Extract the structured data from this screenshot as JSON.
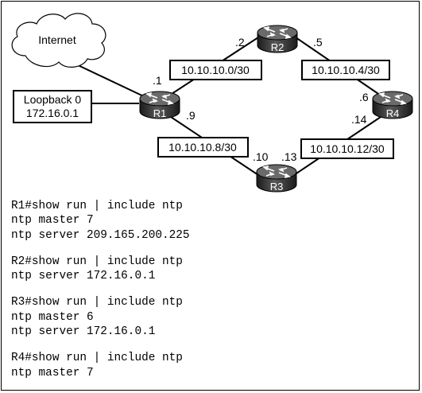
{
  "topology": {
    "cloud_label": "Internet",
    "loopback": {
      "name": "Loopback 0",
      "ip": "172.16.0.1"
    },
    "routers": [
      {
        "name": "R1"
      },
      {
        "name": "R2"
      },
      {
        "name": "R3"
      },
      {
        "name": "R4"
      }
    ],
    "subnets": [
      {
        "label": "10.10.10.0/30"
      },
      {
        "label": "10.10.10.4/30"
      },
      {
        "label": "10.10.10.8/30"
      },
      {
        "label": "10.10.10.12/30"
      }
    ],
    "interfaces": [
      {
        "label": ".1"
      },
      {
        "label": ".2"
      },
      {
        "label": ".5"
      },
      {
        "label": ".6"
      },
      {
        "label": ".9"
      },
      {
        "label": ".10"
      },
      {
        "label": ".13"
      },
      {
        "label": ".14"
      }
    ]
  },
  "cli": [
    {
      "lines": [
        "R1#show run | include ntp",
        "ntp master 7",
        "ntp server 209.165.200.225"
      ]
    },
    {
      "lines": [
        "R2#show run | include ntp",
        "ntp server 172.16.0.1"
      ]
    },
    {
      "lines": [
        "R3#show run | include ntp",
        "ntp master 6",
        "ntp server 172.16.0.1"
      ]
    },
    {
      "lines": [
        "R4#show run | include ntp",
        "ntp master 7"
      ]
    }
  ]
}
